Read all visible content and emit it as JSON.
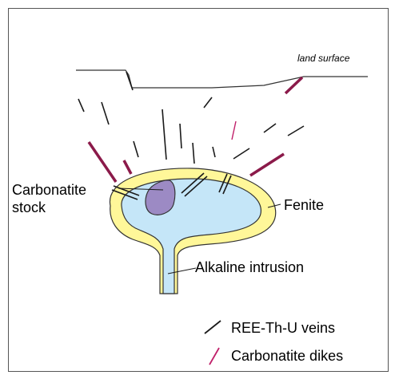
{
  "labels": {
    "land_surface": "land surface",
    "carbonatite_stock_line1": "Carbonatite",
    "carbonatite_stock_line2": "stock",
    "fenite": "Fenite",
    "alkaline_intrusion": "Alkaline intrusion"
  },
  "legend": {
    "items": [
      {
        "label": "REE-Th-U veins",
        "color": "#1a1a1a"
      },
      {
        "label": "Carbonatite dikes",
        "color": "#c0206a"
      }
    ]
  },
  "colors": {
    "fenite": "#fff799",
    "alkaline_intrusion": "#c5e6f8",
    "carbonatite_stock": "#9c8ac4",
    "vein": "#1a1a1a",
    "dike": "#8b1a4a",
    "dike_legend": "#c0206a",
    "outline": "#333333",
    "frame": "#555555"
  }
}
